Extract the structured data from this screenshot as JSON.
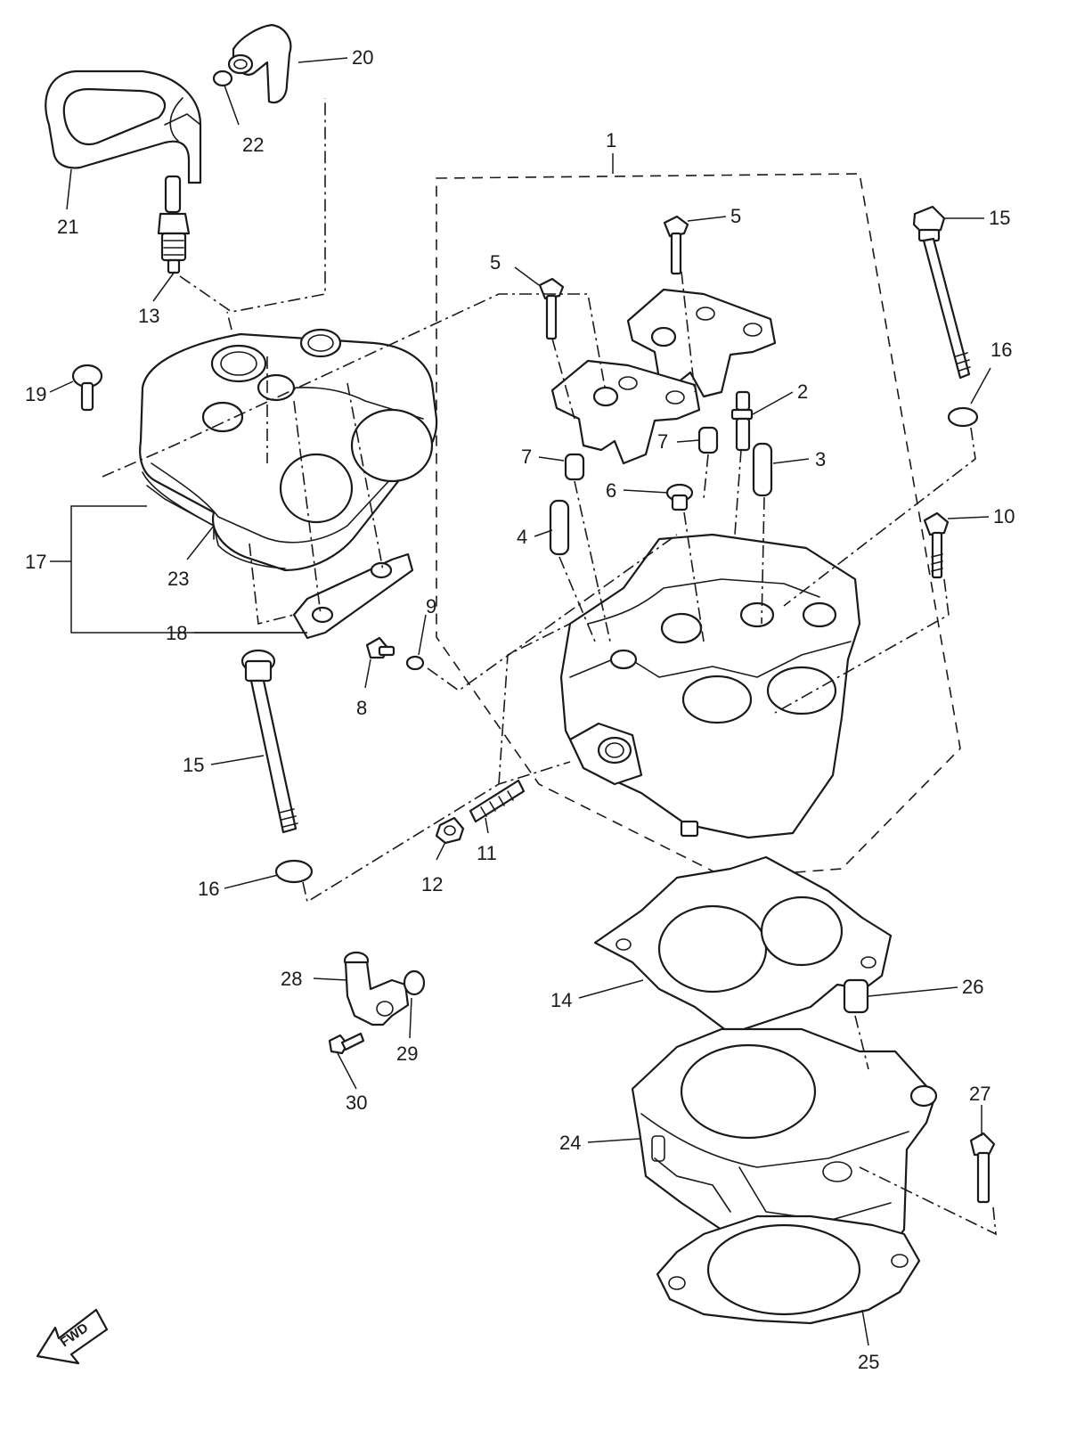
{
  "callouts": [
    {
      "id": "c1",
      "label": "1"
    },
    {
      "id": "c2",
      "label": "2"
    },
    {
      "id": "c3",
      "label": "3"
    },
    {
      "id": "c4",
      "label": "4"
    },
    {
      "id": "c5a",
      "label": "5"
    },
    {
      "id": "c5b",
      "label": "5"
    },
    {
      "id": "c6",
      "label": "6"
    },
    {
      "id": "c7a",
      "label": "7"
    },
    {
      "id": "c7b",
      "label": "7"
    },
    {
      "id": "c8",
      "label": "8"
    },
    {
      "id": "c9",
      "label": "9"
    },
    {
      "id": "c10",
      "label": "10"
    },
    {
      "id": "c11",
      "label": "11"
    },
    {
      "id": "c12",
      "label": "12"
    },
    {
      "id": "c13",
      "label": "13"
    },
    {
      "id": "c14",
      "label": "14"
    },
    {
      "id": "c15a",
      "label": "15"
    },
    {
      "id": "c15b",
      "label": "15"
    },
    {
      "id": "c16a",
      "label": "16"
    },
    {
      "id": "c16b",
      "label": "16"
    },
    {
      "id": "c17",
      "label": "17"
    },
    {
      "id": "c18",
      "label": "18"
    },
    {
      "id": "c19",
      "label": "19"
    },
    {
      "id": "c20",
      "label": "20"
    },
    {
      "id": "c21",
      "label": "21"
    },
    {
      "id": "c22",
      "label": "22"
    },
    {
      "id": "c23",
      "label": "23"
    },
    {
      "id": "c24",
      "label": "24"
    },
    {
      "id": "c25",
      "label": "25"
    },
    {
      "id": "c26",
      "label": "26"
    },
    {
      "id": "c27",
      "label": "27"
    },
    {
      "id": "c28",
      "label": "28"
    },
    {
      "id": "c29",
      "label": "29"
    },
    {
      "id": "c30",
      "label": "30"
    }
  ],
  "direction_badge": {
    "label": "FWD",
    "icon": "arrow-icon"
  }
}
